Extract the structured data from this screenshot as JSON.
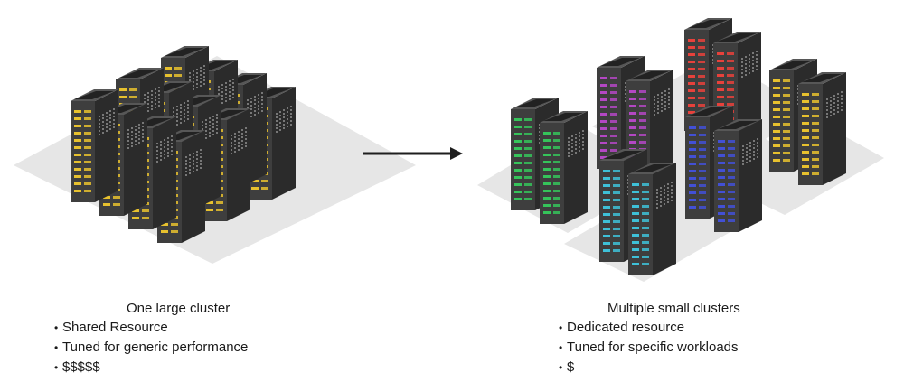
{
  "left": {
    "title": "One large cluster",
    "bullets": [
      "Shared Resource",
      "Tuned for generic performance",
      "$$$$$"
    ],
    "light_color": "#e7c12e"
  },
  "right": {
    "title": "Multiple small clusters",
    "bullets": [
      "Dedicated resource",
      "Tuned for specific workloads",
      "$"
    ],
    "clusters": [
      {
        "name": "red-cluster",
        "light_color": "#e8413b"
      },
      {
        "name": "magenta-cluster",
        "light_color": "#b447c4"
      },
      {
        "name": "yellow-cluster",
        "light_color": "#e7c12e"
      },
      {
        "name": "green-cluster",
        "light_color": "#35c45a"
      },
      {
        "name": "blue-cluster",
        "light_color": "#4250d6"
      },
      {
        "name": "cyan-cluster",
        "light_color": "#3ec1d8"
      }
    ]
  },
  "arrow": {
    "direction": "right",
    "icon": "arrow-right-icon"
  },
  "colors": {
    "floor": "#e6e6e6",
    "rack_front": "#3e3e3e",
    "rack_side": "#2b2b2b",
    "rack_top": "#575757",
    "rack_top_inner": "#222222"
  }
}
